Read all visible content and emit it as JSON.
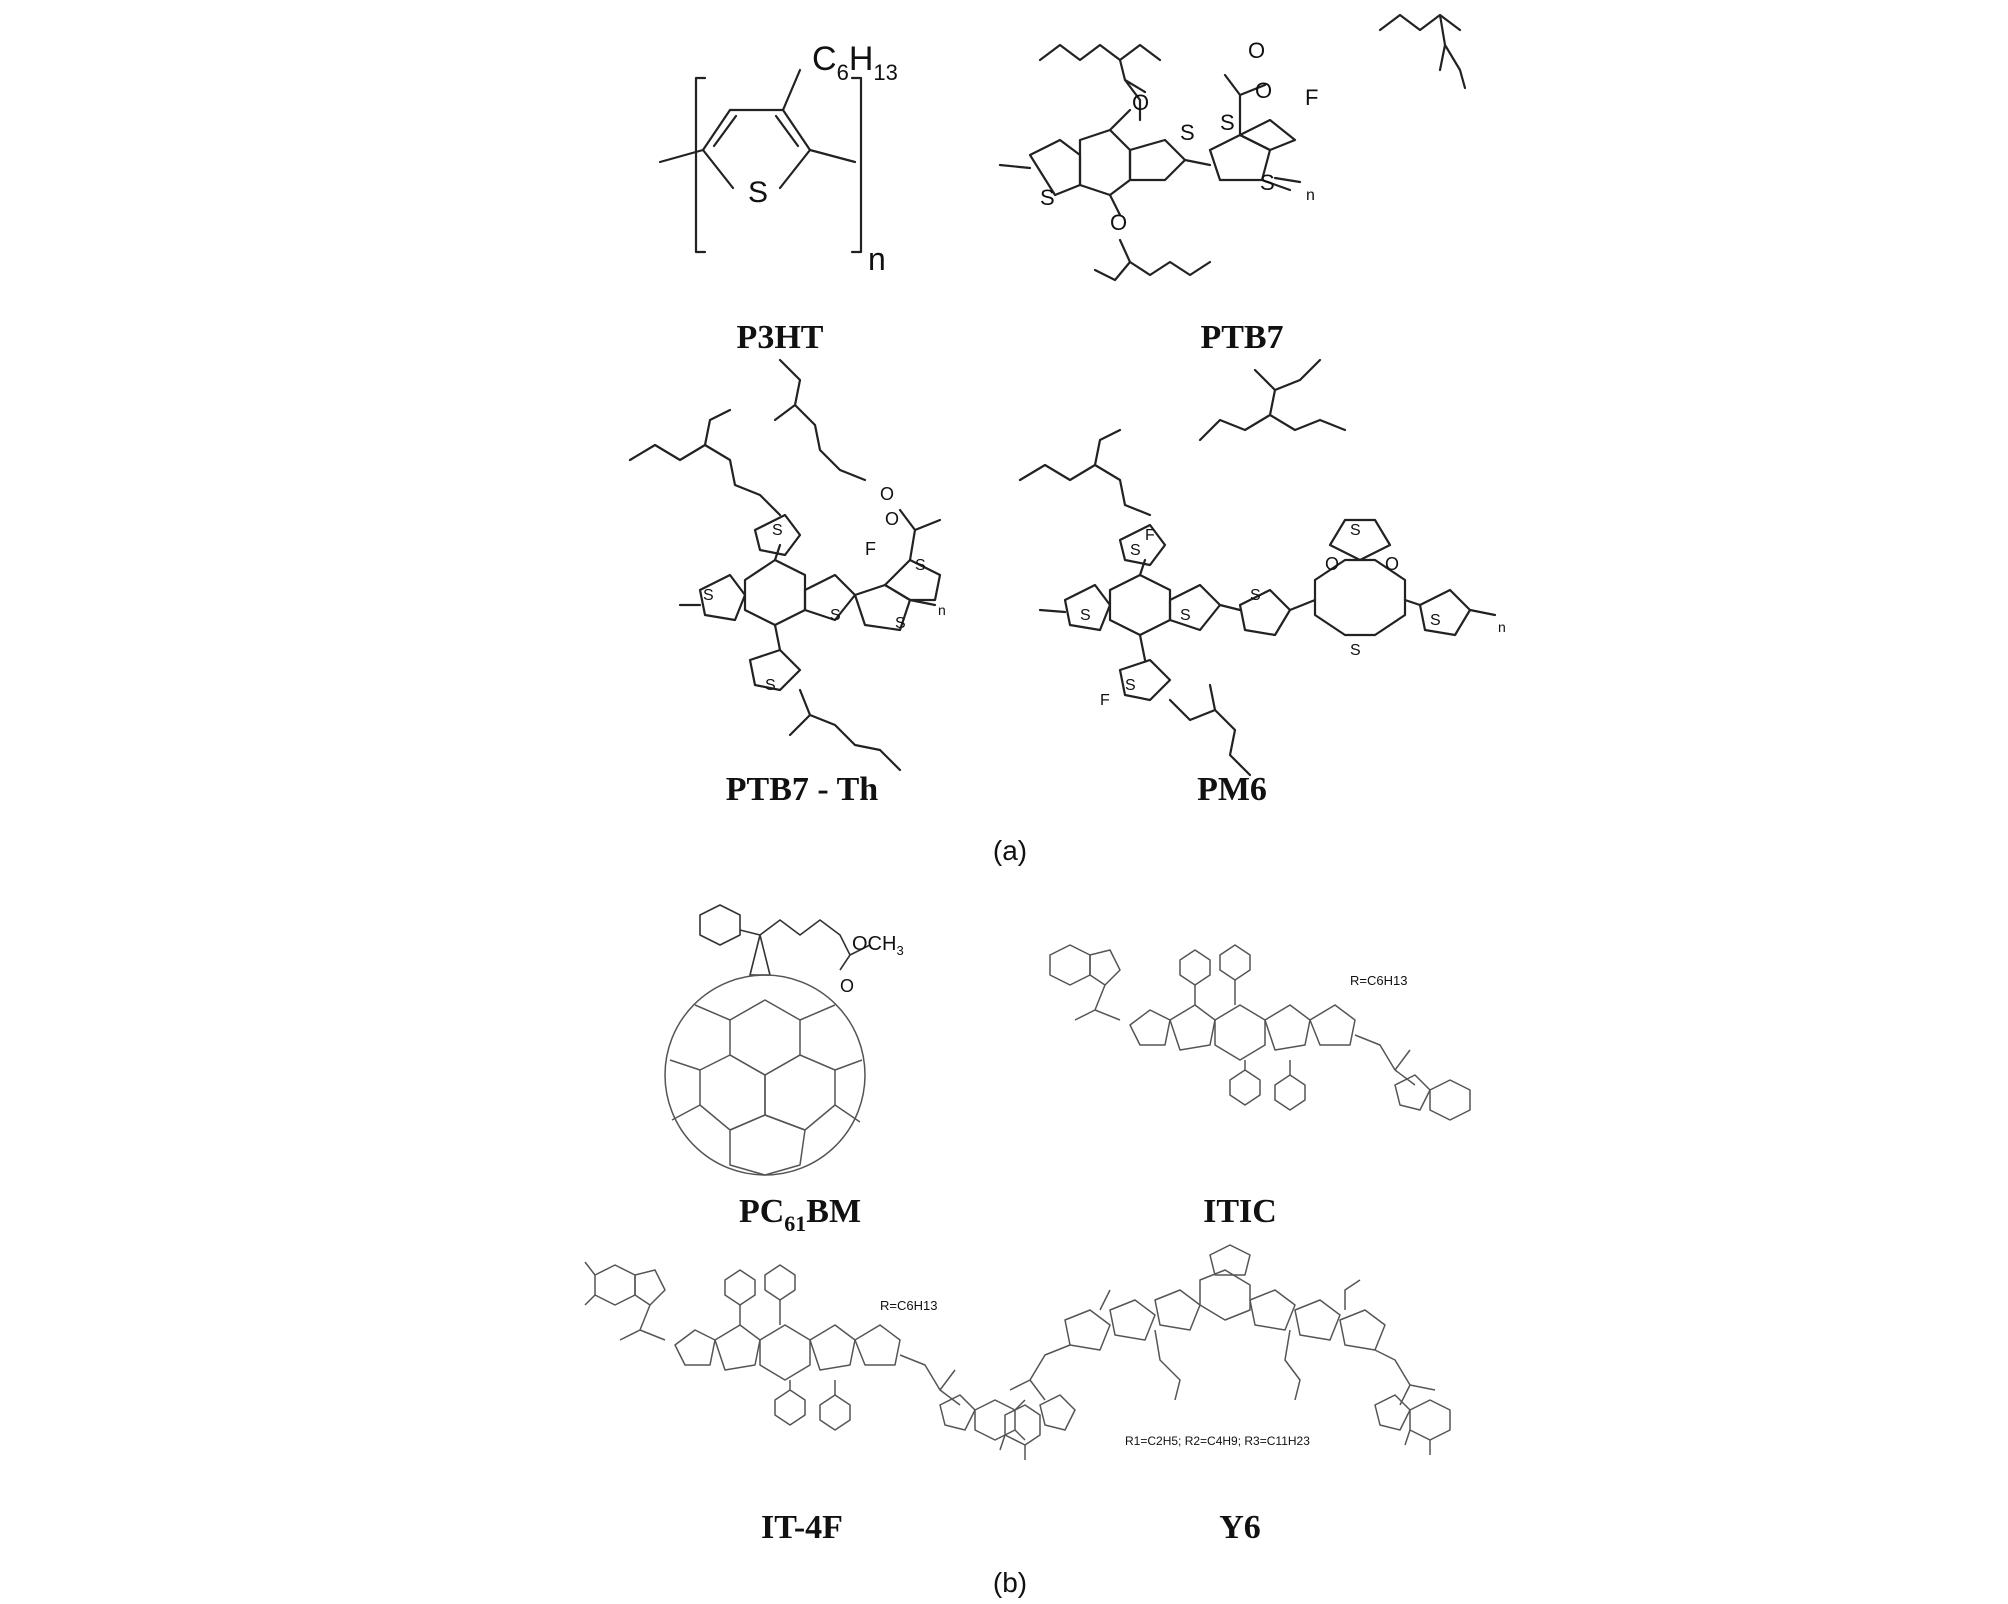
{
  "panels": {
    "a": {
      "caption": "(a)",
      "structures": [
        {
          "name": "P3HT",
          "substituent": "C6H13",
          "repeat": "n",
          "heteroatom": "S"
        },
        {
          "name": "PTB7",
          "repeat": "n",
          "heteroatoms": [
            "O",
            "O",
            "O",
            "O",
            "S",
            "S",
            "S",
            "S",
            "F"
          ]
        },
        {
          "name": "PTB7 - Th",
          "repeat": "n",
          "heteroatoms": [
            "S",
            "S",
            "S",
            "S",
            "S",
            "S",
            "F",
            "O",
            "O"
          ]
        },
        {
          "name": "PM6",
          "repeat": "n",
          "heteroatoms": [
            "S",
            "S",
            "S",
            "S",
            "S",
            "S",
            "S",
            "S",
            "F",
            "F",
            "O",
            "O"
          ]
        }
      ]
    },
    "b": {
      "caption": "(b)",
      "structures": [
        {
          "name_main": "PC",
          "name_sub": "61",
          "name_tail": "BM",
          "group": "OCH3"
        },
        {
          "name": "ITIC",
          "r_group": "R=C6H13"
        },
        {
          "name": "IT-4F",
          "r_group": "R=C6H13"
        },
        {
          "name": "Y6",
          "r_groups": "R1=C2H5; R2=C4H9; R3=C11H23"
        }
      ]
    }
  }
}
